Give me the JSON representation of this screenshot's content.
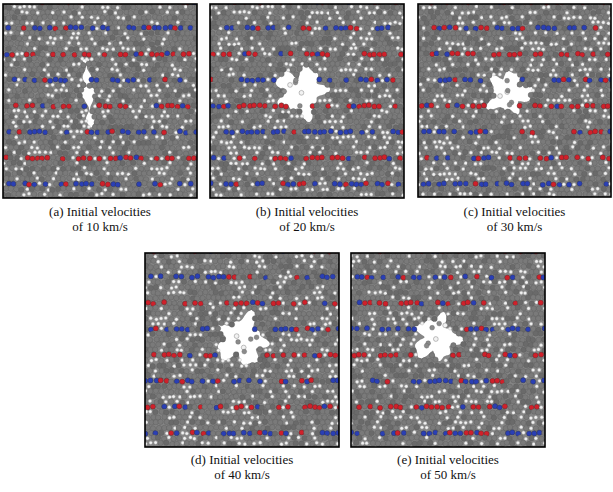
{
  "diagram": {
    "labels": [
      "(a) Initial velocities of 10 km/s",
      "(b) Initial velocities of 20 km/s",
      "(c) Initial velocities of 30 km/s",
      "(d) Initial velocities of 40 km/s",
      "(e) Initial velocities of 50 km/s"
    ]
  }
}
